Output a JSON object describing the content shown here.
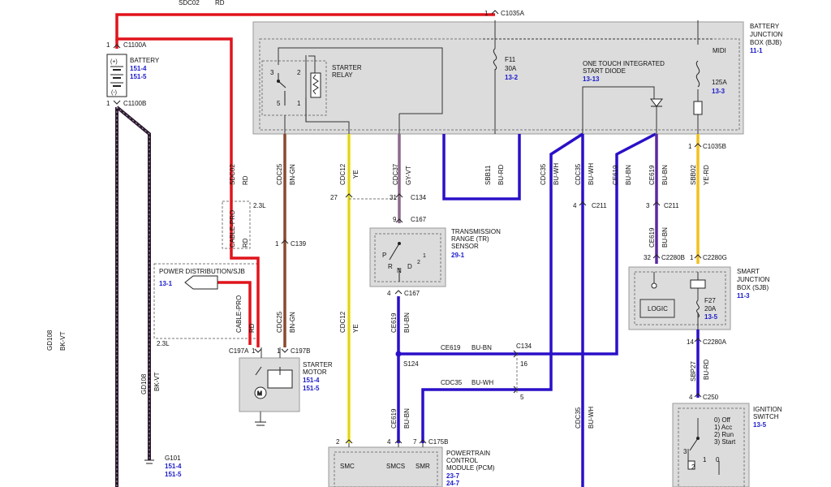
{
  "wire_colors": {
    "red": "#e0141c",
    "brown": "#8a4a2c",
    "yellow": "#f2e600",
    "gray_violet": "#8c6b8c",
    "blue": "#2a10c8",
    "blue_brown": "#5a2aa0",
    "yellow_red": "#f2c020",
    "black_violet": "#2a1a2a",
    "ref_blue": "#1a1acc",
    "box_fill": "#dcdcdc"
  },
  "wires": {
    "top_circuit": "SDC02",
    "top_color": "RD",
    "sdc02": "SDC02",
    "rd": "RD",
    "cdc25": "CDC25",
    "bn_gn": "BN-GN",
    "cdc12": "CDC12",
    "ye": "YE",
    "cdc37": "CDC37",
    "gy_vt": "GY-VT",
    "sbb11": "SBB11",
    "bu_rd": "BU-RD",
    "cdc35": "CDC35",
    "bu_wh": "BU-WH",
    "ce619": "CE619",
    "bu_bn": "BU-BN",
    "sbb02": "SBB02",
    "ye_rd": "YE-RD",
    "sbp27": "SBP27",
    "gd108": "GD108",
    "bk_vt": "BK-VT",
    "cable_pro": "CABLE-PRO",
    "s124": "S124"
  },
  "connectors": {
    "c1035a": "C1035A",
    "c1100a": "C1100A",
    "c1100b": "C1100B",
    "c134": "C134",
    "c167": "C167",
    "c139": "C139",
    "c197a": "C197A",
    "c197b": "C197B",
    "c211": "C211",
    "c1035b": "C1035B",
    "c2280b": "C2280B",
    "c2280g": "C2280G",
    "c2280a": "C2280A",
    "c250": "C250",
    "c175b": "C175B"
  },
  "pins": {
    "p1": "1",
    "p2": "2",
    "p3": "3",
    "p4": "4",
    "p5": "5",
    "p7": "7",
    "p9": "9",
    "p14": "14",
    "p16": "16",
    "p27": "27",
    "p31": "31",
    "p32": "32",
    "gauge_23l": "2.3L"
  },
  "components": {
    "battery": {
      "name": "BATTERY",
      "ref1": "151-4",
      "ref2": "151-5",
      "plus": "(+)",
      "minus": "(-)"
    },
    "bjb": {
      "line1": "BATTERY",
      "line2": "JUNCTION",
      "line3": "BOX (BJB)",
      "ref": "11-1"
    },
    "starter_relay": {
      "line1": "STARTER",
      "line2": "RELAY"
    },
    "f11": {
      "name": "F11",
      "rating": "30A",
      "ref": "13-2"
    },
    "diode": {
      "line1": "ONE TOUCH INTEGRATED",
      "line2": "START DIODE",
      "ref": "13-13"
    },
    "midi": {
      "name": "MIDI",
      "rating": "125A",
      "ref": "13-3"
    },
    "tr_sensor": {
      "line1": "TRANSMISSION",
      "line2": "RANGE (TR)",
      "line3": "SENSOR",
      "ref": "29-1"
    },
    "power_dist": {
      "name": "POWER DISTRIBUTION/SJB",
      "ref": "13-1"
    },
    "starter_motor": {
      "line1": "STARTER",
      "line2": "MOTOR",
      "ref1": "151-4",
      "ref2": "151-5"
    },
    "sjb": {
      "line1": "SMART",
      "line2": "JUNCTION",
      "line3": "BOX (SJB)",
      "ref": "11-3",
      "logic": "LOGIC"
    },
    "f27": {
      "name": "F27",
      "rating": "20A",
      "ref": "13-5"
    },
    "ignition": {
      "line1": "IGNITION",
      "line2": "SWITCH",
      "ref": "13-5",
      "off": "0) Off",
      "acc": "1) Acc",
      "run": "2) Run",
      "start": "3) Start"
    },
    "pcm": {
      "line1": "POWERTRAIN",
      "line2": "CONTROL",
      "line3": "MODULE (PCM)",
      "ref1": "23-7",
      "ref2": "24-7",
      "smc": "SMC",
      "smcs": "SMCS",
      "smr": "SMR"
    },
    "g101": {
      "name": "G101",
      "ref1": "151-4",
      "ref2": "151-5"
    },
    "relay_pins": {
      "r1": "1",
      "r2": "2",
      "r3": "3",
      "r5": "5"
    },
    "tr_letters": {
      "p": "P",
      "r": "R",
      "n": "N",
      "d": "D",
      "two": "2",
      "one": "1"
    },
    "sw_pins": {
      "a": "1",
      "b": "2",
      "c": "3",
      "d": "0"
    }
  }
}
